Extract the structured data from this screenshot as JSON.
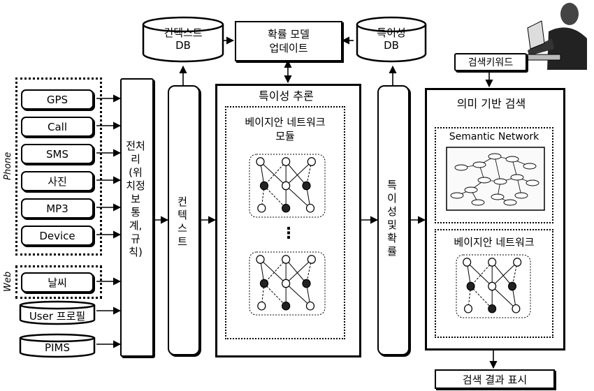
{
  "top": {
    "context_db": [
      "컨텍스트",
      "DB"
    ],
    "model_update": [
      "확률 모델",
      "업데이트"
    ],
    "specificity_db": [
      "특이성",
      "DB"
    ]
  },
  "left": {
    "phone_label": "Phone",
    "web_label": "Web",
    "phone_sources": [
      "GPS",
      "Call",
      "SMS",
      "사진",
      "MP3",
      "Device"
    ],
    "web_sources": [
      "날씨"
    ],
    "db_sources": [
      "User 프로필",
      "PIMS"
    ]
  },
  "columns": {
    "preprocess": "전처리 (위치정보 통계, 규칙)",
    "context": "컨텍스트",
    "prob": "특이성 및 확률"
  },
  "inference": {
    "title": "특이성 추론",
    "bn_module": [
      "베이지안 네트워크",
      "모듈"
    ],
    "ellipsis": "⋮"
  },
  "search": {
    "keyword": "검색키워드",
    "title": "의미 기반 검색",
    "semantic_network": "Semantic Network",
    "bayesian": "베이지안 네트워크",
    "result": "검색 결과 표시"
  },
  "colors": {
    "line": "#000000",
    "background": "#ffffff"
  }
}
